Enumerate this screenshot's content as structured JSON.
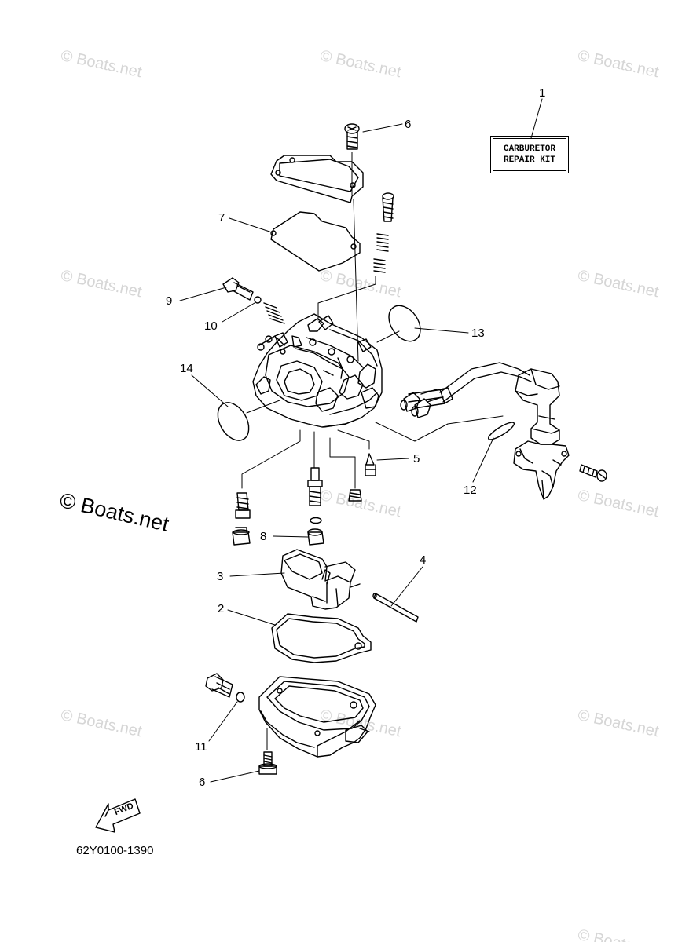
{
  "watermarks": [
    "© Boats.net",
    "© Boats.net",
    "© Boats.net",
    "© Boats.net",
    "© Boats.net",
    "© Boats.net",
    "© Boats.net",
    "© Boats.net",
    "© Boats.net",
    "© Boats.net",
    "© Boats.net",
    "© Boats.net"
  ],
  "main_watermark": "© Boats.net",
  "kit_label": {
    "line1": "CARBURETOR",
    "line2": "REPAIR KIT"
  },
  "callouts": [
    "1",
    "6",
    "7",
    "9",
    "10",
    "13",
    "14",
    "5",
    "12",
    "8",
    "3",
    "4",
    "2",
    "11",
    "6"
  ],
  "fwd_label": "FWD",
  "figure_code": "62Y0100-1390"
}
